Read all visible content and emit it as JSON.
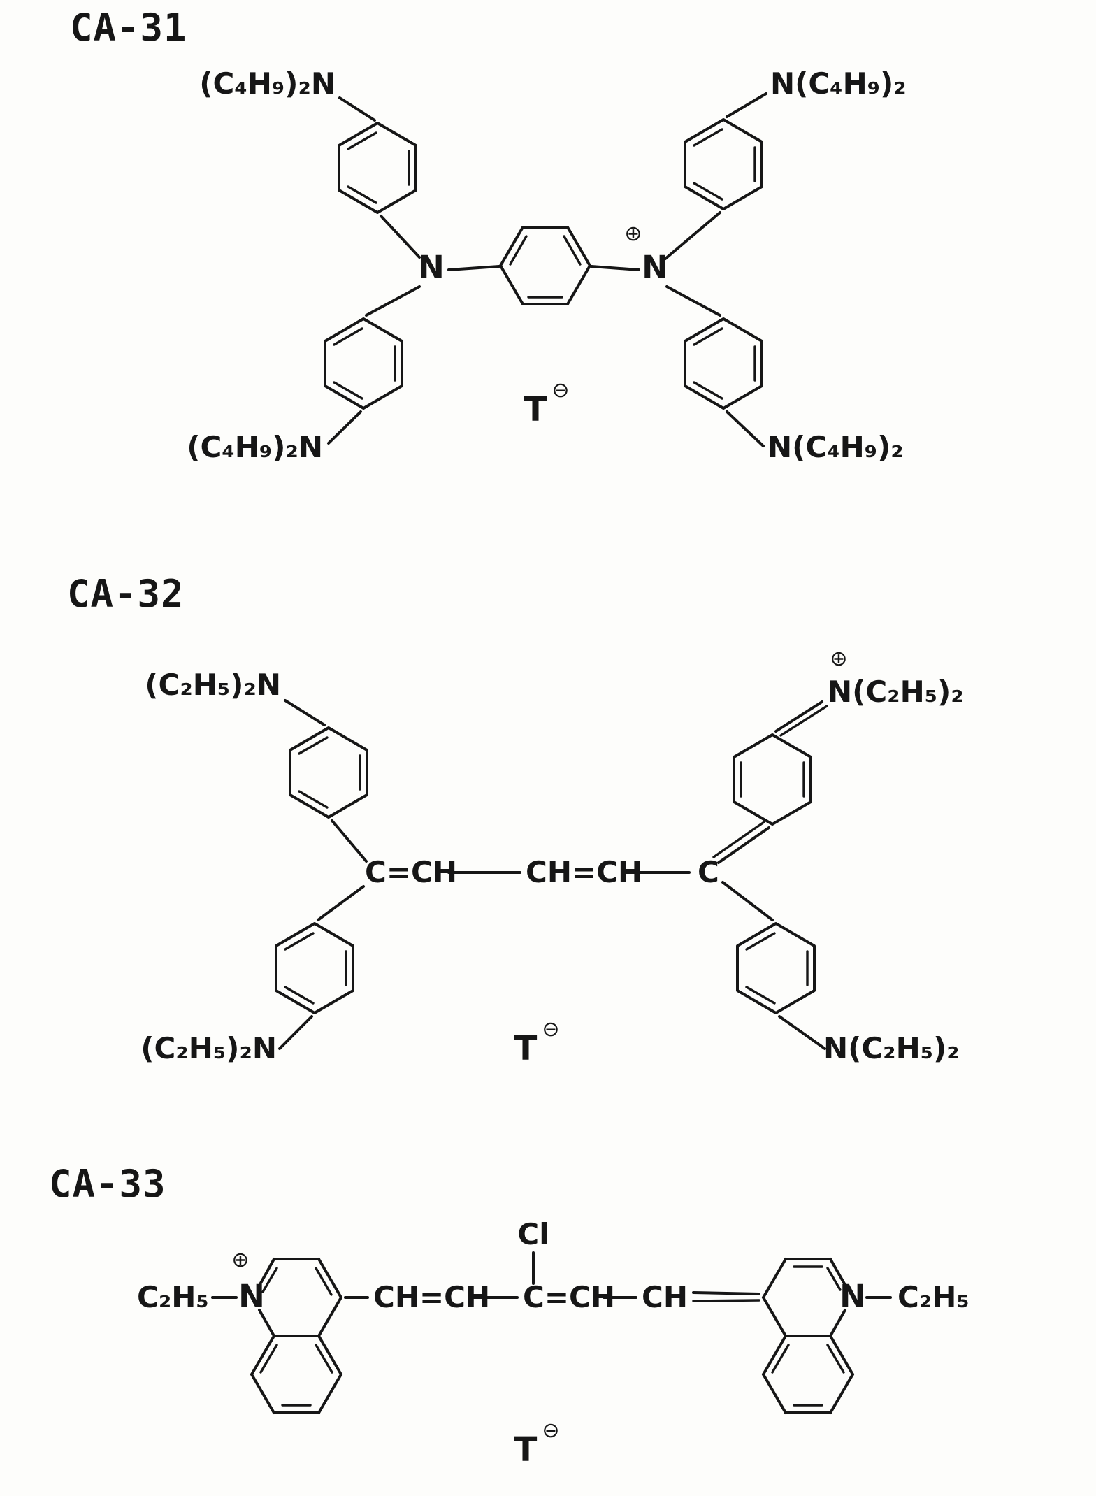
{
  "page": {
    "background": "#fdfdfb",
    "ink": "#161616",
    "description_texts_only": true
  },
  "compounds": {
    "ca31": {
      "label": "CA-31",
      "sub_nw": "(C₄H₉)₂N",
      "sub_ne": "N(C₄H₉)₂",
      "sub_sw": "(C₄H₉)₂N",
      "sub_se": "N(C₄H₉)₂",
      "n_left": "N",
      "n_right": "N",
      "plus": "⊕",
      "anion": "T",
      "minus": "⊖"
    },
    "ca32": {
      "label": "CA-32",
      "sub_nw": "(C₂H₅)₂N",
      "sub_ne": "N(C₂H₅)₂",
      "sub_sw": "(C₂H₅)₂N",
      "sub_se": "N(C₂H₅)₂",
      "chain_left": "C=CH",
      "chain_mid": "CH=CH",
      "chain_right_c": "C",
      "plus": "⊕",
      "anion": "T",
      "minus": "⊖"
    },
    "ca33": {
      "label": "CA-33",
      "ethyl_left": "C₂H₅",
      "n_left": "N",
      "plus": "⊕",
      "chain_seg1": "CH=CH",
      "chlorine": "Cl",
      "chain_seg2": "C=CH",
      "chain_seg3": "CH",
      "n_right": "N",
      "ethyl_right": "C₂H₅",
      "anion": "T",
      "minus": "⊖"
    }
  }
}
